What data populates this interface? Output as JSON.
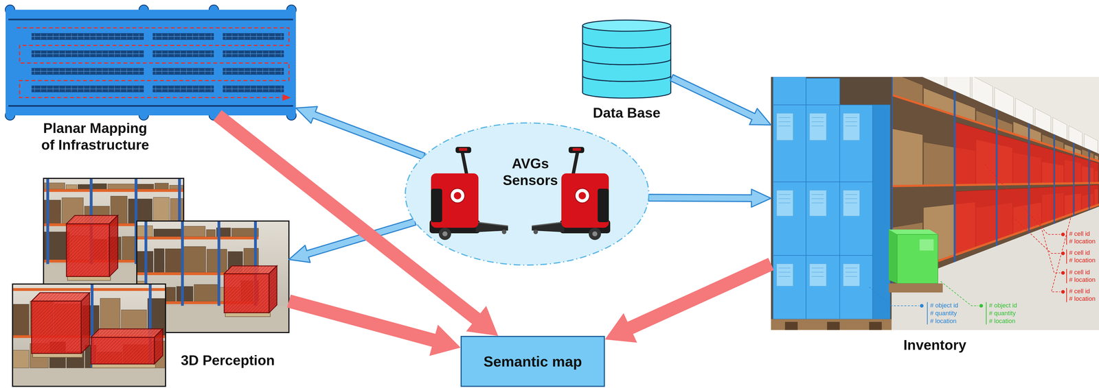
{
  "diagram": {
    "nodes": [
      {
        "text": [
          "Planar Mapping of Infrastructure"
        ]
      },
      {
        "text": [
          "Data Base"
        ]
      },
      {
        "text": [
          "AVGs Sensors"
        ]
      },
      {
        "text": [
          "3D Perception"
        ]
      },
      {
        "text": [
          "Inventory"
        ]
      },
      {
        "text": [
          "Semantic map"
        ]
      }
    ],
    "edges": [
      {
        "from": 2,
        "to": 0,
        "arrow": "to"
      },
      {
        "from": 2,
        "to": 3,
        "arrow": "to"
      },
      {
        "from": 2,
        "to": 4,
        "arrow": "to"
      },
      {
        "from": 1,
        "to": 4,
        "arrow": "to"
      },
      {
        "from": 0,
        "to": 5,
        "arrow": "to"
      },
      {
        "from": 3,
        "to": 5,
        "arrow": "to"
      },
      {
        "from": 4,
        "to": 5,
        "arrow": "to"
      }
    ],
    "labels": [
      "# cell id",
      "# location",
      "# cell id",
      "# location",
      "# cell id",
      "# location",
      "# cell id",
      "# location",
      "# object id",
      "# quantity",
      "# location",
      "# object id",
      "# quantity",
      "# location"
    ]
  }
}
